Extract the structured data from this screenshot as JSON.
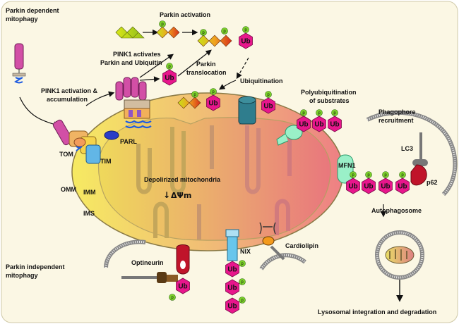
{
  "labels": {
    "parkin_dependent": [
      "Parkin dependent",
      "mitophagy"
    ],
    "parkin_activation": "Parkin activation",
    "pink1_activates": [
      "PINK1 activates",
      "Parkin and Ubiquitin"
    ],
    "parkin_translocation": [
      "Parkin",
      "translocation"
    ],
    "pink1_activation_accum": [
      "PINK1 activation &",
      "accumulation"
    ],
    "ubiquitination": "Ubiquitination",
    "polyubiquitination": [
      "Polyubiquitination",
      "of substrates"
    ],
    "phagophore": [
      "Phagophore",
      "recruitment"
    ],
    "tom": "TOM",
    "tim": "TIM",
    "parl": "PARL",
    "omm": "OMM",
    "imm": "IMM",
    "ims": "IMS",
    "depolarized": "Depolirized mitochondria",
    "delta_psi": "ΔΨm",
    "mfn1": "MFN1",
    "lc3": "LC3",
    "p62": "p62",
    "autophagosome": "Autophagosome",
    "nix": "NIX",
    "cardiolipin": "Cardiolipin",
    "optineurin": "Optineurin",
    "parkin_independent": [
      "Parkin independent",
      "mitophagy"
    ],
    "lysosomal": "Lysosomal integration and degradation",
    "ub": "Ub",
    "p": "p"
  },
  "colors": {
    "ub_fill": "#e8168c",
    "phospho_fill": "#7cd12a",
    "pink1_fill": "#d24fa6",
    "background": "#fbf7e4",
    "mito_left": "#f2e05a",
    "mito_right": "#ef8a86"
  },
  "icons": {
    "ubiquitin": "magenta-hexagon",
    "phospho": "green-circle",
    "parkin": "yellow-red-diamond-chain"
  }
}
